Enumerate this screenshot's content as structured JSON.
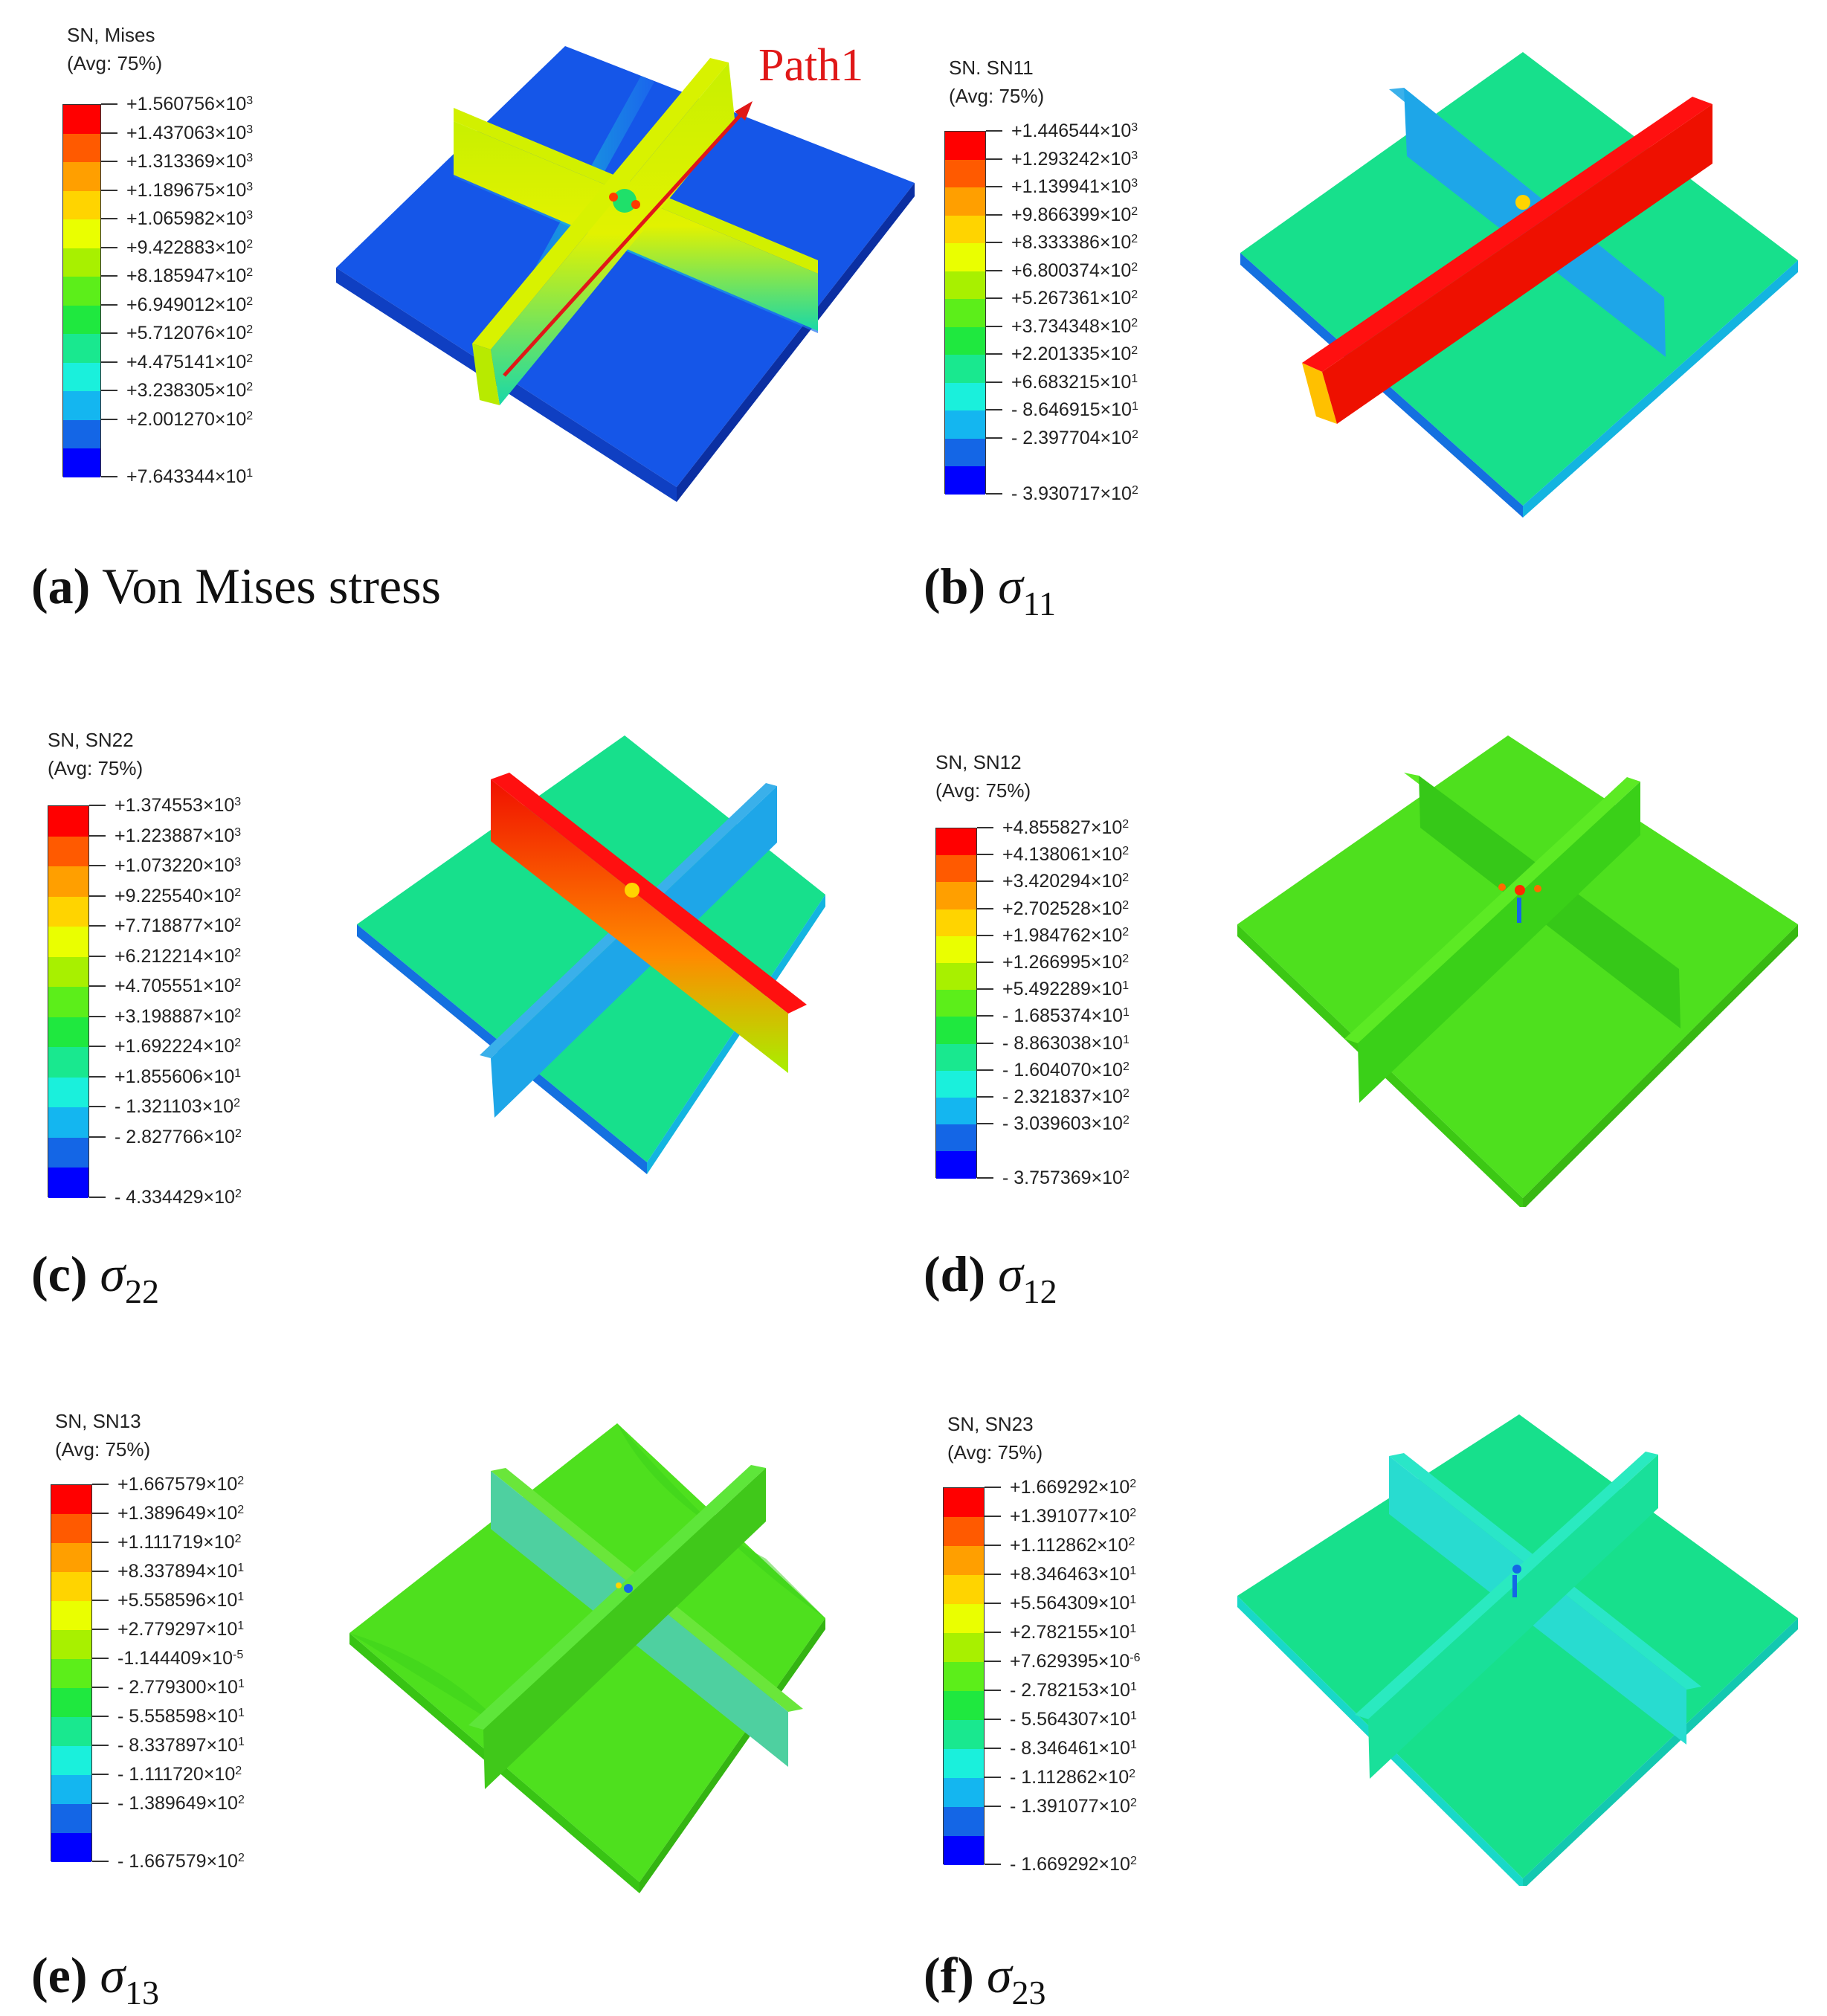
{
  "colors": {
    "scale": [
      "#ff0000",
      "#ff5a00",
      "#ff9f00",
      "#ffd400",
      "#eaff00",
      "#a8f000",
      "#5cee1a",
      "#1fe83f",
      "#19e88f",
      "#1af0dc",
      "#14b6f0",
      "#1466e6",
      "#0000ff"
    ],
    "green": "#2fe04a",
    "teal": "#13e68a",
    "lightgreen": "#52e21e",
    "path_arrow": "#e01818"
  },
  "panels": [
    {
      "id": "a",
      "legend_title": "SN, Mises",
      "legend_avg": "(Avg: 75%)",
      "legend_values": [
        "+1.560756×10",
        "+1.437063×10",
        "+1.313369×10",
        "+1.189675×10",
        "+1.065982×10",
        "+9.422883×10",
        "+8.185947×10",
        "+6.949012×10",
        "+5.712076×10",
        "+4.475141×10",
        "+3.238305×10",
        "+2.001270×10",
        "+7.643344×10"
      ],
      "legend_exps": [
        "3",
        "3",
        "3",
        "3",
        "3",
        "2",
        "2",
        "2",
        "2",
        "2",
        "2",
        "2",
        "1"
      ],
      "caption_label": "(a)",
      "caption_text": "Von Mises stress",
      "annotation": "Path1"
    },
    {
      "id": "b",
      "legend_title": "SN. SN11",
      "legend_avg": "(Avg: 75%)",
      "legend_values": [
        "+1.446544×10",
        "+1.293242×10",
        "+1.139941×10",
        "+9.866399×10",
        "+8.333386×10",
        "+6.800374×10",
        "+5.267361×10",
        "+3.734348×10",
        "+2.201335×10",
        "+6.683215×10",
        "- 8.646915×10",
        "- 2.397704×10",
        "- 3.930717×10"
      ],
      "legend_exps": [
        "3",
        "3",
        "3",
        "2",
        "2",
        "2",
        "2",
        "2",
        "2",
        "1",
        "1",
        "2",
        "2"
      ],
      "caption_label": "(b)",
      "caption_sym": "σ",
      "caption_sub": "11"
    },
    {
      "id": "c",
      "legend_title": "SN, SN22",
      "legend_avg": "(Avg: 75%)",
      "legend_values": [
        "+1.374553×10",
        "+1.223887×10",
        "+1.073220×10",
        "+9.225540×10",
        "+7.718877×10",
        "+6.212214×10",
        "+4.705551×10",
        "+3.198887×10",
        "+1.692224×10",
        "+1.855606×10",
        "- 1.321103×10",
        "- 2.827766×10",
        "- 4.334429×10"
      ],
      "legend_exps": [
        "3",
        "3",
        "3",
        "2",
        "2",
        "2",
        "2",
        "2",
        "2",
        "1",
        "2",
        "2",
        "2"
      ],
      "caption_label": "(c)",
      "caption_sym": "σ",
      "caption_sub": "22"
    },
    {
      "id": "d",
      "legend_title": "SN, SN12",
      "legend_avg": "(Avg: 75%)",
      "legend_values": [
        "+4.855827×10",
        "+4.138061×10",
        "+3.420294×10",
        "+2.702528×10",
        "+1.984762×10",
        "+1.266995×10",
        "+5.492289×10",
        "- 1.685374×10",
        "- 8.863038×10",
        "- 1.604070×10",
        "- 2.321837×10",
        "- 3.039603×10",
        "- 3.757369×10"
      ],
      "legend_exps": [
        "2",
        "2",
        "2",
        "2",
        "2",
        "2",
        "1",
        "1",
        "1",
        "2",
        "2",
        "2",
        "2"
      ],
      "caption_label": "(d)",
      "caption_sym": "σ",
      "caption_sub": "12"
    },
    {
      "id": "e",
      "legend_title": "SN, SN13",
      "legend_avg": "(Avg: 75%)",
      "legend_values": [
        "+1.667579×10",
        "+1.389649×10",
        "+1.111719×10",
        "+8.337894×10",
        "+5.558596×10",
        "+2.779297×10",
        "-1.144409×10",
        "- 2.779300×10",
        "- 5.558598×10",
        "- 8.337897×10",
        "- 1.111720×10",
        "- 1.389649×10",
        "- 1.667579×10"
      ],
      "legend_exps": [
        "2",
        "2",
        "2",
        "1",
        "1",
        "1",
        "-5",
        "1",
        "1",
        "1",
        "2",
        "2",
        "2"
      ],
      "caption_label": "(e)",
      "caption_sym": "σ",
      "caption_sub": "13"
    },
    {
      "id": "f",
      "legend_title": "SN, SN23",
      "legend_avg": "(Avg: 75%)",
      "legend_values": [
        "+1.669292×10",
        "+1.391077×10",
        "+1.112862×10",
        "+8.346463×10",
        "+5.564309×10",
        "+2.782155×10",
        "+7.629395×10",
        "- 2.782153×10",
        "- 5.564307×10",
        "- 8.346461×10",
        "- 1.112862×10",
        "- 1.391077×10",
        "- 1.669292×10"
      ],
      "legend_exps": [
        "2",
        "2",
        "2",
        "1",
        "1",
        "1",
        "-6",
        "1",
        "1",
        "1",
        "2",
        "2",
        "2"
      ],
      "caption_label": "(f)",
      "caption_sym": "σ",
      "caption_sub": "23"
    }
  ]
}
